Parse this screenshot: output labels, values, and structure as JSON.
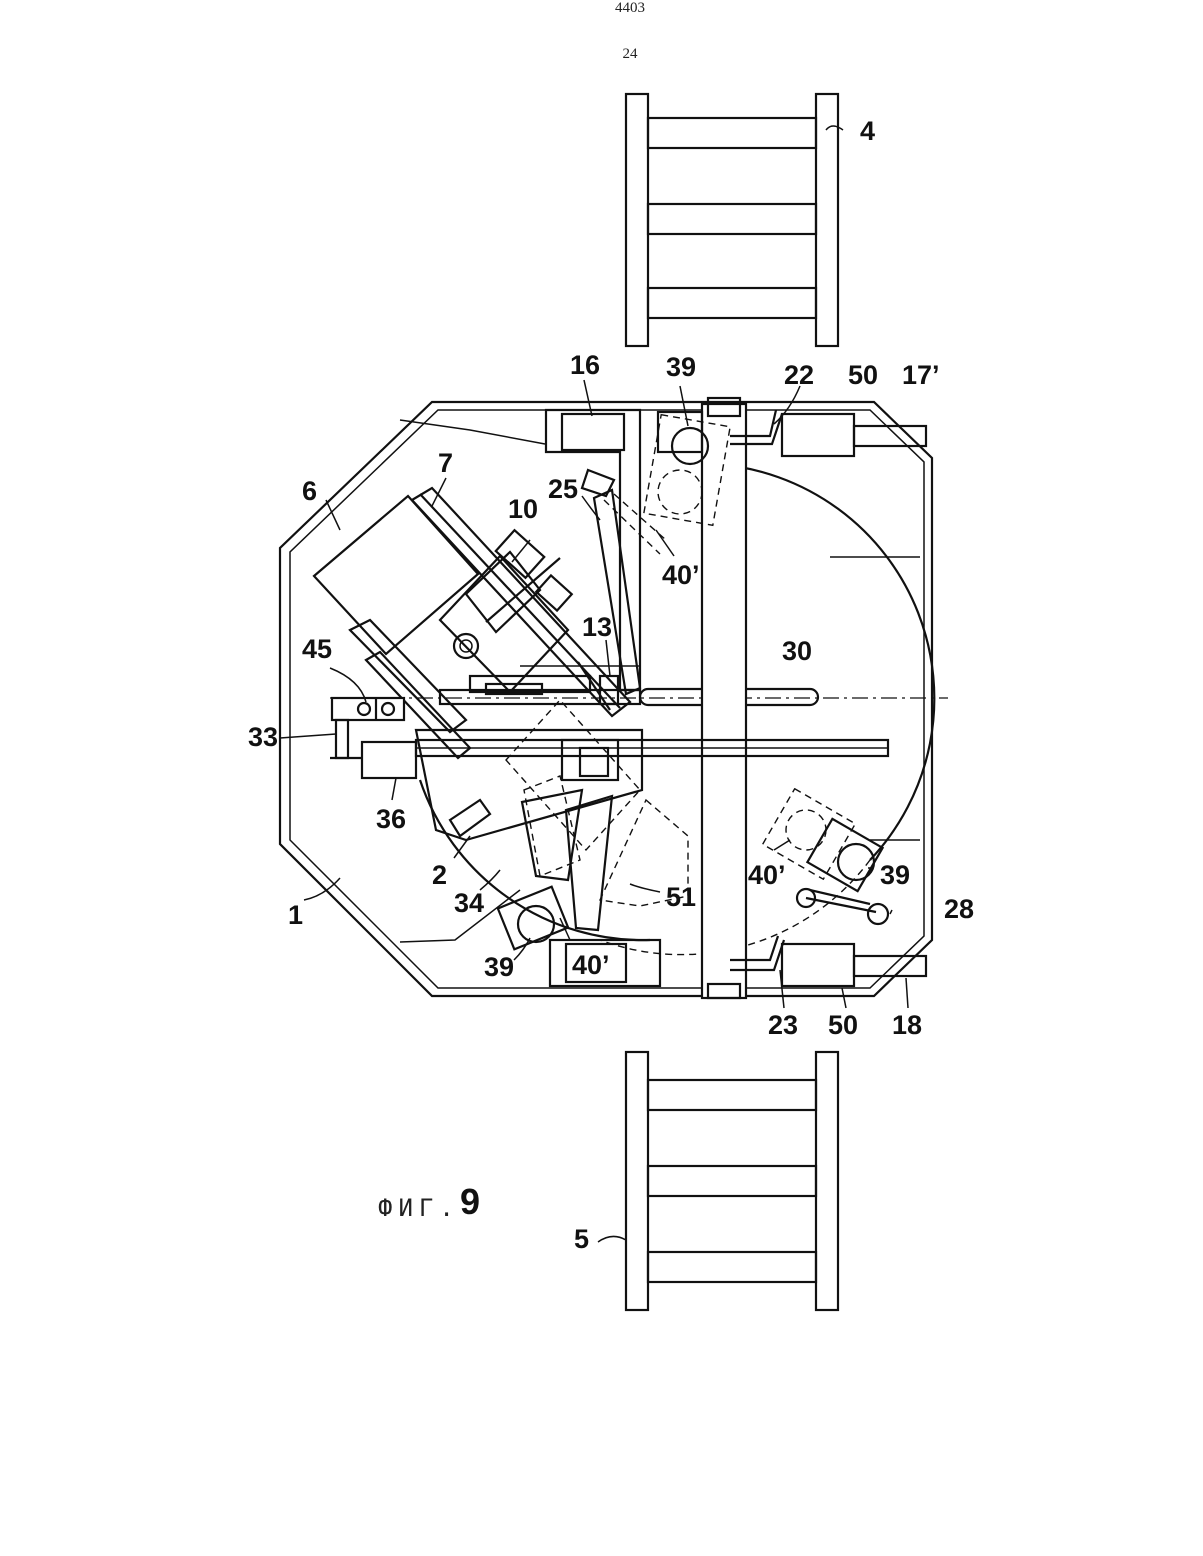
{
  "header": {
    "document_number": "4403",
    "page_number": "24"
  },
  "caption": {
    "prefix": "ФИГ.",
    "number": "9"
  },
  "labels": {
    "l4": "4",
    "l5": "5",
    "l16": "16",
    "l39a": "39",
    "l22": "22",
    "l50a": "50",
    "l17": "17’",
    "l7": "7",
    "l6": "6",
    "l25": "25",
    "l10": "10",
    "l40a": "40’",
    "l13": "13",
    "l45": "45",
    "l30": "30",
    "l33": "33",
    "l36": "36",
    "l2": "2",
    "l40b": "40’",
    "l39b": "39",
    "l28": "28",
    "l34": "34",
    "l51": "51",
    "l1": "1",
    "l39c": "39",
    "l40c": "40’",
    "l23": "23",
    "l50b": "50",
    "l18": "18"
  }
}
